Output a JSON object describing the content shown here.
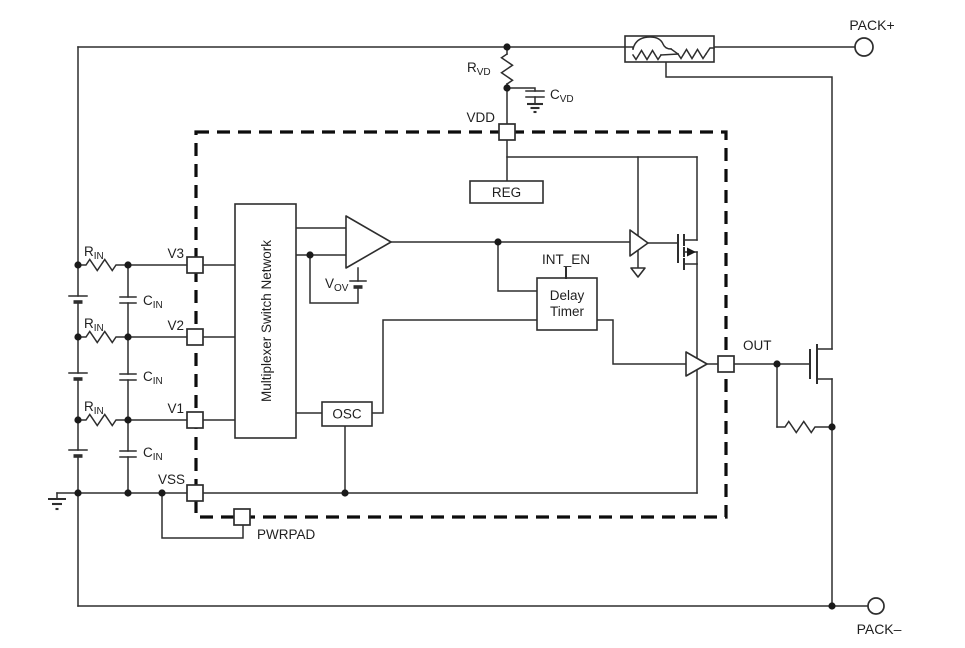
{
  "diagram": {
    "terminals": {
      "pack_plus": "PACK+",
      "pack_minus": "PACK–"
    },
    "pins": {
      "vdd": "VDD",
      "v3": "V3",
      "v2": "V2",
      "v1": "V1",
      "vss": "VSS",
      "out": "OUT",
      "pwrpad": "PWRPAD"
    },
    "signals": {
      "int_en": "INT_EN"
    },
    "blocks": {
      "reg": "REG",
      "osc": "OSC",
      "mux": "Multiplexer Switch Network",
      "delay_timer_line1": "Delay",
      "delay_timer_line2": "Timer"
    },
    "components": {
      "rvd": {
        "name": "R",
        "sub": "VD"
      },
      "cvd": {
        "name": "C",
        "sub": "VD"
      },
      "rin": {
        "name": "R",
        "sub": "IN"
      },
      "cin": {
        "name": "C",
        "sub": "IN"
      },
      "vov": {
        "name": "V",
        "sub": "OV"
      }
    },
    "colors": {
      "wire": "#2e2e2e",
      "border": "#0d0d0d",
      "background": "#ffffff"
    }
  }
}
